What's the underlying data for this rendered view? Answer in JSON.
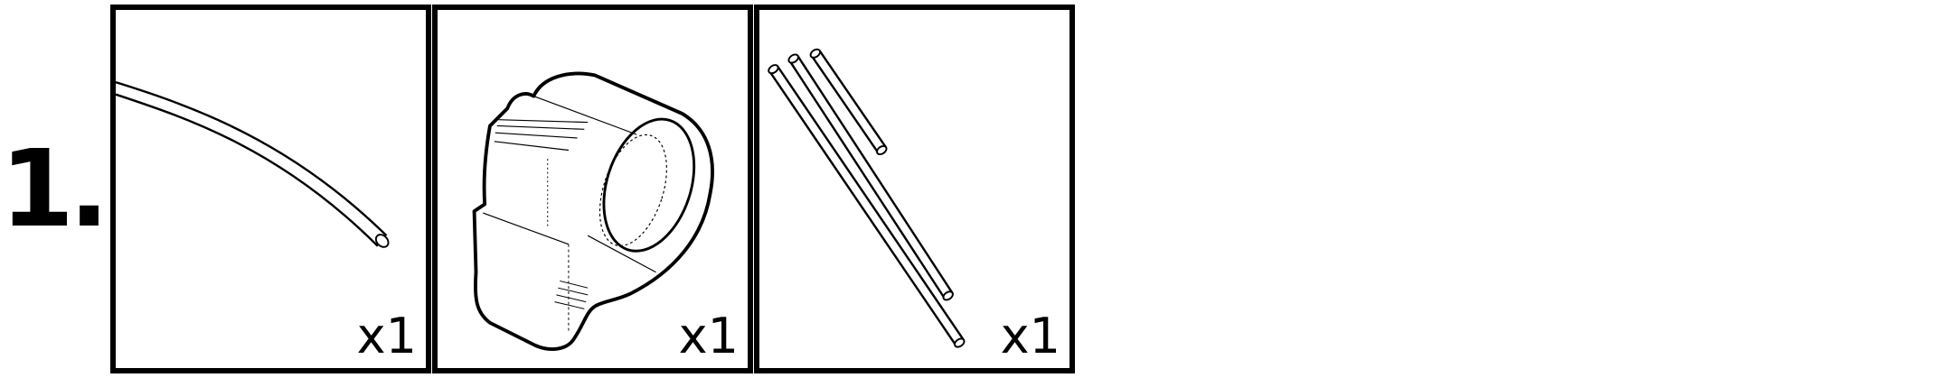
{
  "step": {
    "number": "1."
  },
  "parts": [
    {
      "icon": "cord-icon",
      "quantity": "x1"
    },
    {
      "icon": "clamp-ring-icon",
      "quantity": "x1"
    },
    {
      "icon": "pins-icon",
      "quantity": "x1"
    }
  ]
}
